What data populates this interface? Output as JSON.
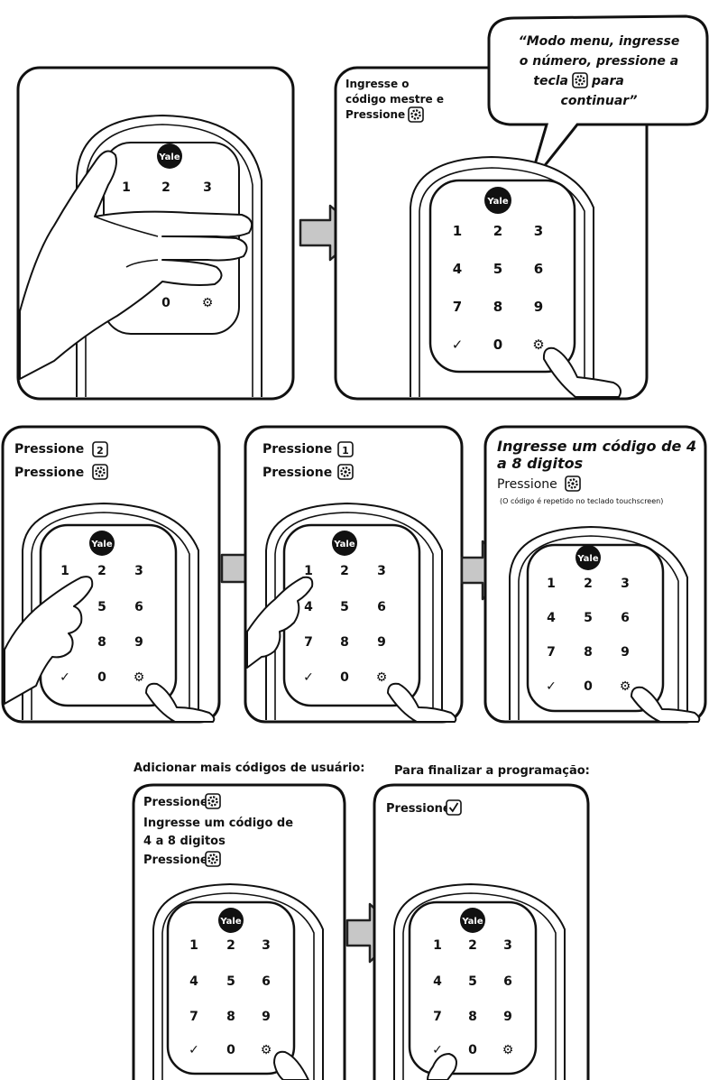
{
  "panel1": {},
  "panel2": {
    "lines": [
      "Ingresse o",
      "código mestre e",
      "Pressione"
    ],
    "bubble": [
      "“Modo menu, ingresse",
      "o número, pressione a",
      "tecla",
      "para",
      "continuar”"
    ]
  },
  "panel3": {
    "lines": [
      "Pressione",
      "Pressione"
    ],
    "key_shown": "2"
  },
  "panel4": {
    "lines": [
      "Pressione",
      "Pressione"
    ],
    "key_shown": "1"
  },
  "panel5": {
    "title": [
      "Ingresse um código de 4",
      "a 8 digitos"
    ],
    "line": "Pressione",
    "note": "(O código é repetido no teclado touchscreen)"
  },
  "bottom": {
    "heading_left": "Adicionar mais códigos de usuário:",
    "heading_right": "Para finalizar a programação:",
    "left_lines": [
      "Pressione",
      "Ingresse um código de",
      "4 a 8 digitos",
      "Pressione"
    ],
    "right_lines": [
      "Pressione"
    ]
  },
  "keypad": {
    "logo": "Yale",
    "rows": [
      [
        "1",
        "2",
        "3"
      ],
      [
        "4",
        "5",
        "6"
      ],
      [
        "7",
        "8",
        "9"
      ],
      [
        "✓",
        "0",
        "⚙"
      ]
    ]
  },
  "icons": {
    "settings": "gear-icon",
    "check": "check-icon"
  }
}
